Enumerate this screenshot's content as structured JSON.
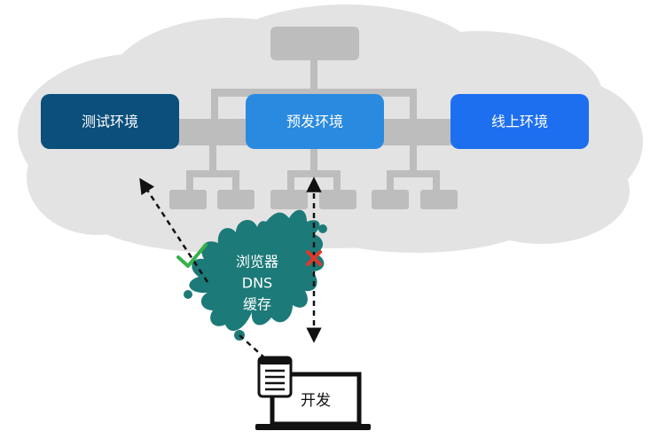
{
  "environments": [
    {
      "label": "测试环境",
      "color": "#0b4f7c"
    },
    {
      "label": "预发环境",
      "color": "#2a8ae0"
    },
    {
      "label": "线上环境",
      "color": "#1d6ff0"
    }
  ],
  "cache": {
    "line1": "浏览器",
    "line2": "DNS",
    "line3": "缓存",
    "color": "#1c7a78"
  },
  "developer": {
    "label": "开发"
  },
  "colors": {
    "cloud": "#e3e3e3",
    "network": "#bdbdbd",
    "check": "#36b24a",
    "cross": "#e2372b"
  }
}
